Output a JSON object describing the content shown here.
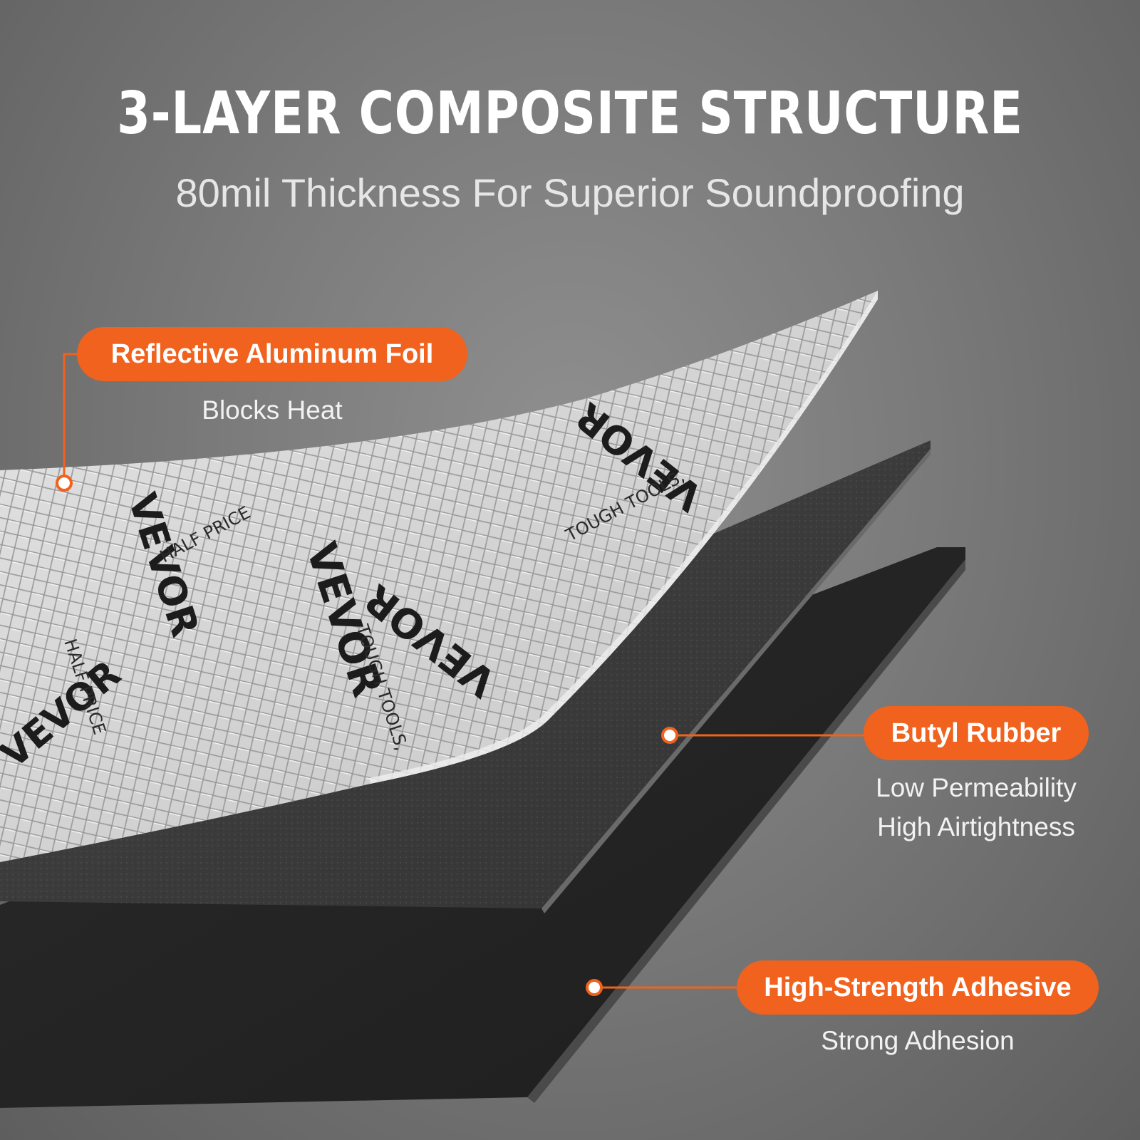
{
  "header": {
    "title": "3-LAYER COMPOSITE STRUCTURE",
    "subtitle": "80mil Thickness For Superior Soundproofing"
  },
  "layers": [
    {
      "label": "Reflective Aluminum Foil",
      "description": "Blocks Heat"
    },
    {
      "label": "Butyl Rubber",
      "description_lines": [
        "Low Permeability",
        "High Airtightness"
      ]
    },
    {
      "label": "High-Strength Adhesive",
      "description": "Strong Adhesion"
    }
  ],
  "foil_print": {
    "brand": "VEVOR",
    "slogan_1": "TOUGH TOOLS,",
    "slogan_2": "HALF PRICE"
  },
  "colors": {
    "accent": "#f0621d",
    "foil": "#d6d6d6",
    "rubber": "#3a3a3a",
    "adhesive": "#262626"
  }
}
